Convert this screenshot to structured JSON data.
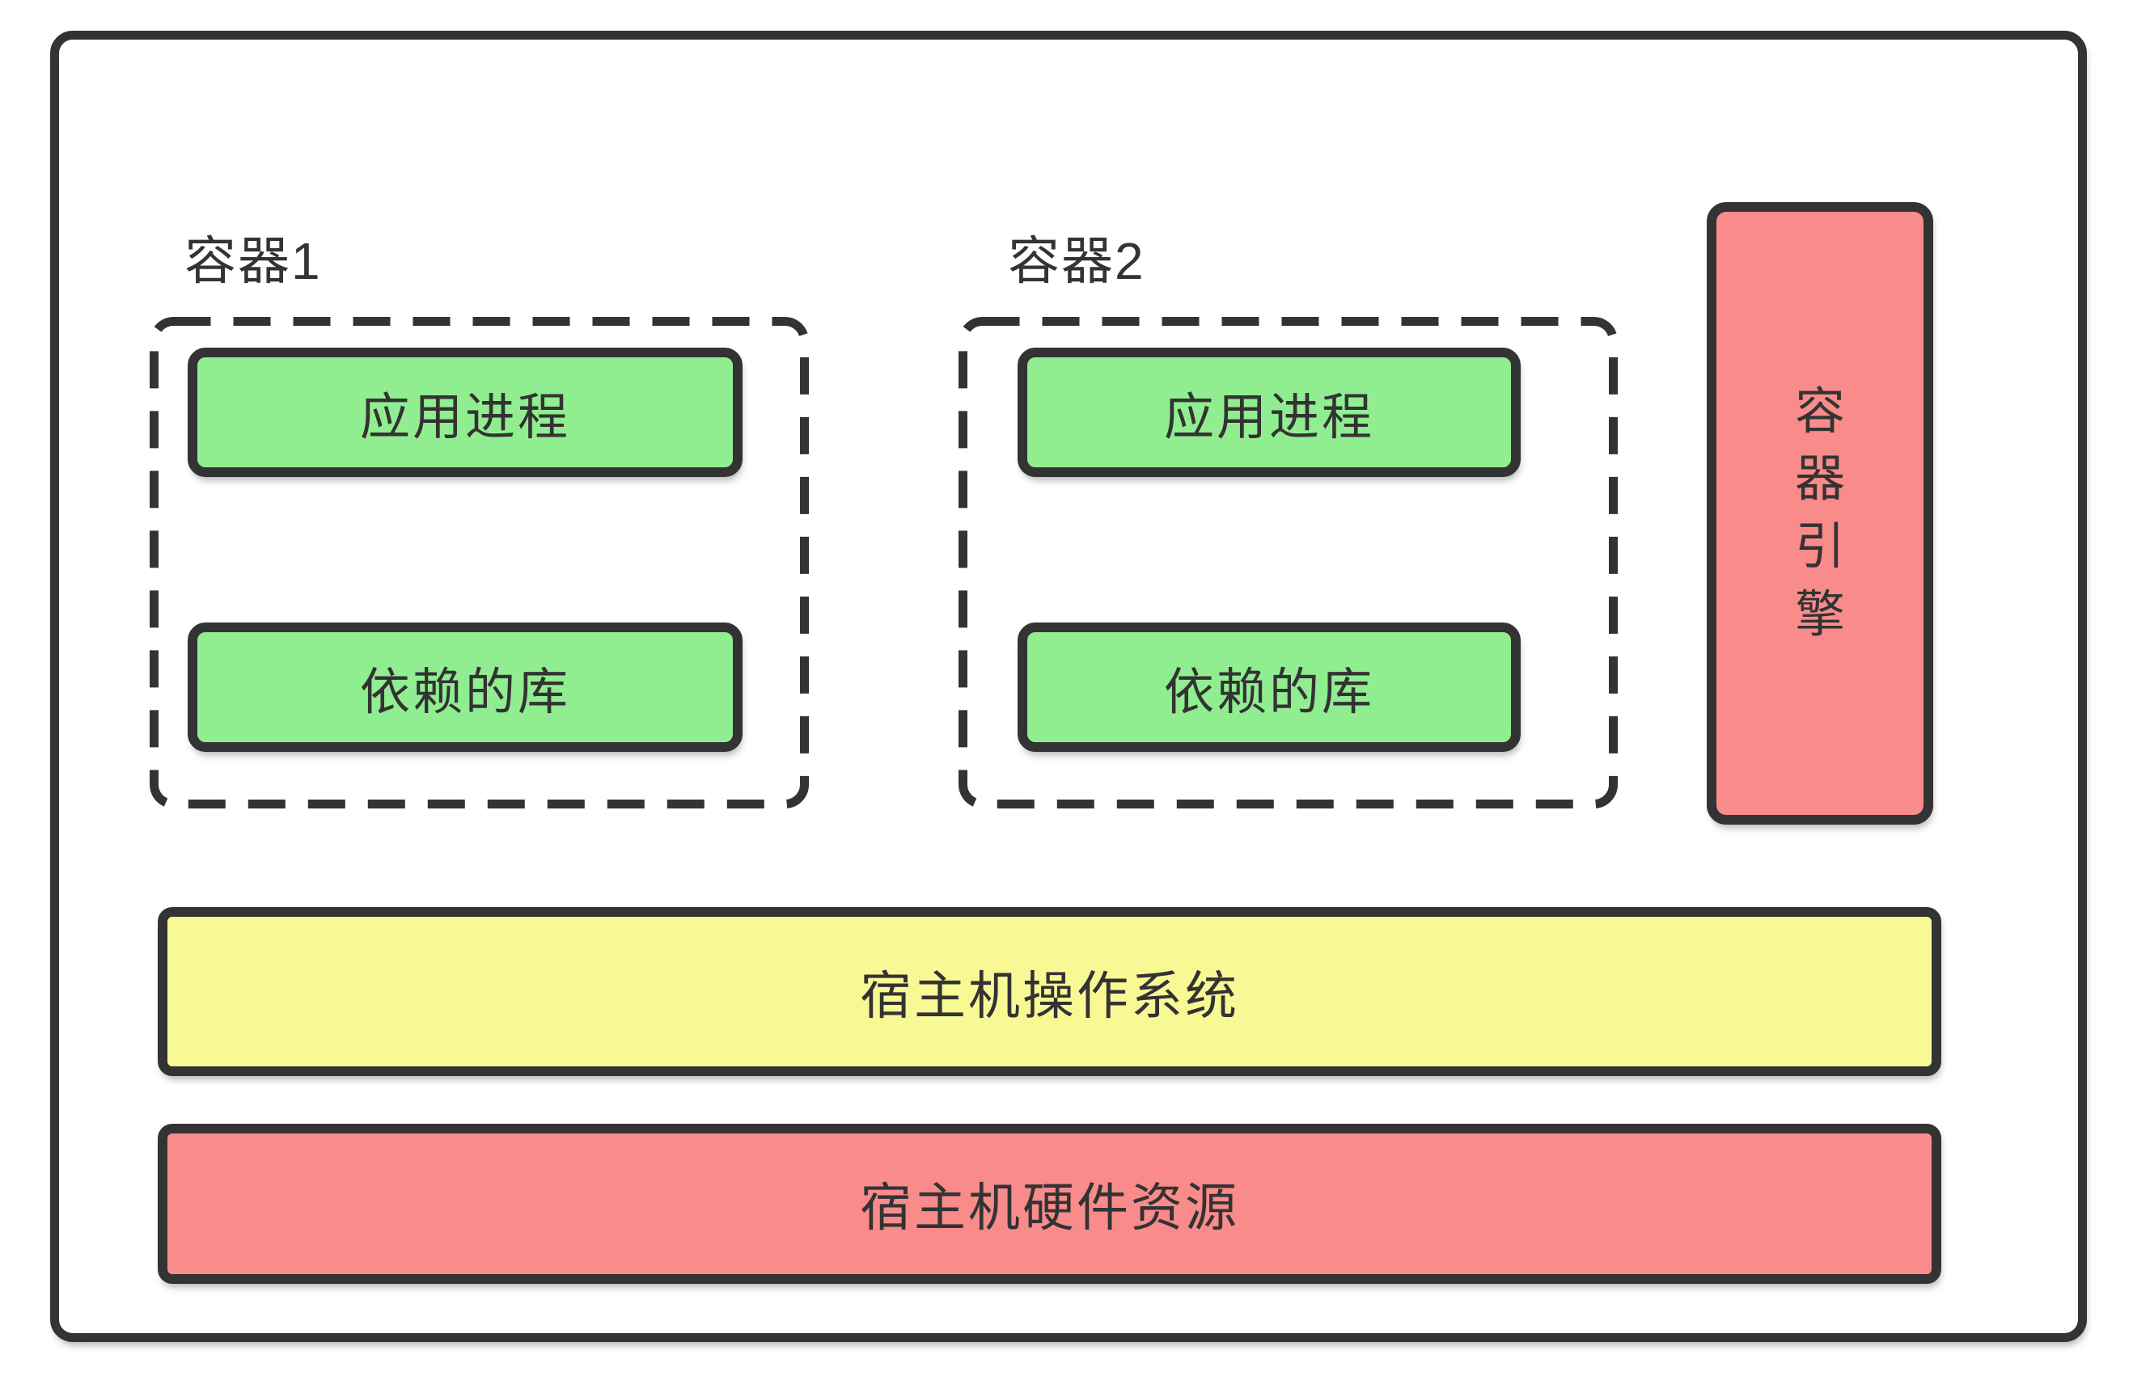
{
  "containers": [
    {
      "label": "容器1",
      "boxes": [
        "应用进程",
        "依赖的库"
      ]
    },
    {
      "label": "容器2",
      "boxes": [
        "应用进程",
        "依赖的库"
      ]
    }
  ],
  "engine_label": "容器引擎",
  "host_os_label": "宿主机操作系统",
  "host_hardware_label": "宿主机硬件资源",
  "colors": {
    "box_green": "#90EE90",
    "bar_yellow": "#F8F895",
    "bar_pink": "#F98B8B",
    "stroke": "#333333",
    "text": "#333333",
    "background": "#FFFFFF"
  }
}
